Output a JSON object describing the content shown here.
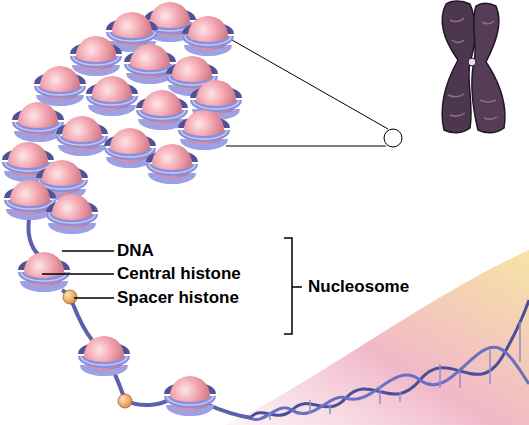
{
  "diagram": {
    "labels": [
      "DNA",
      "Central histone",
      "Spacer histone",
      "Nucleosome"
    ]
  }
}
